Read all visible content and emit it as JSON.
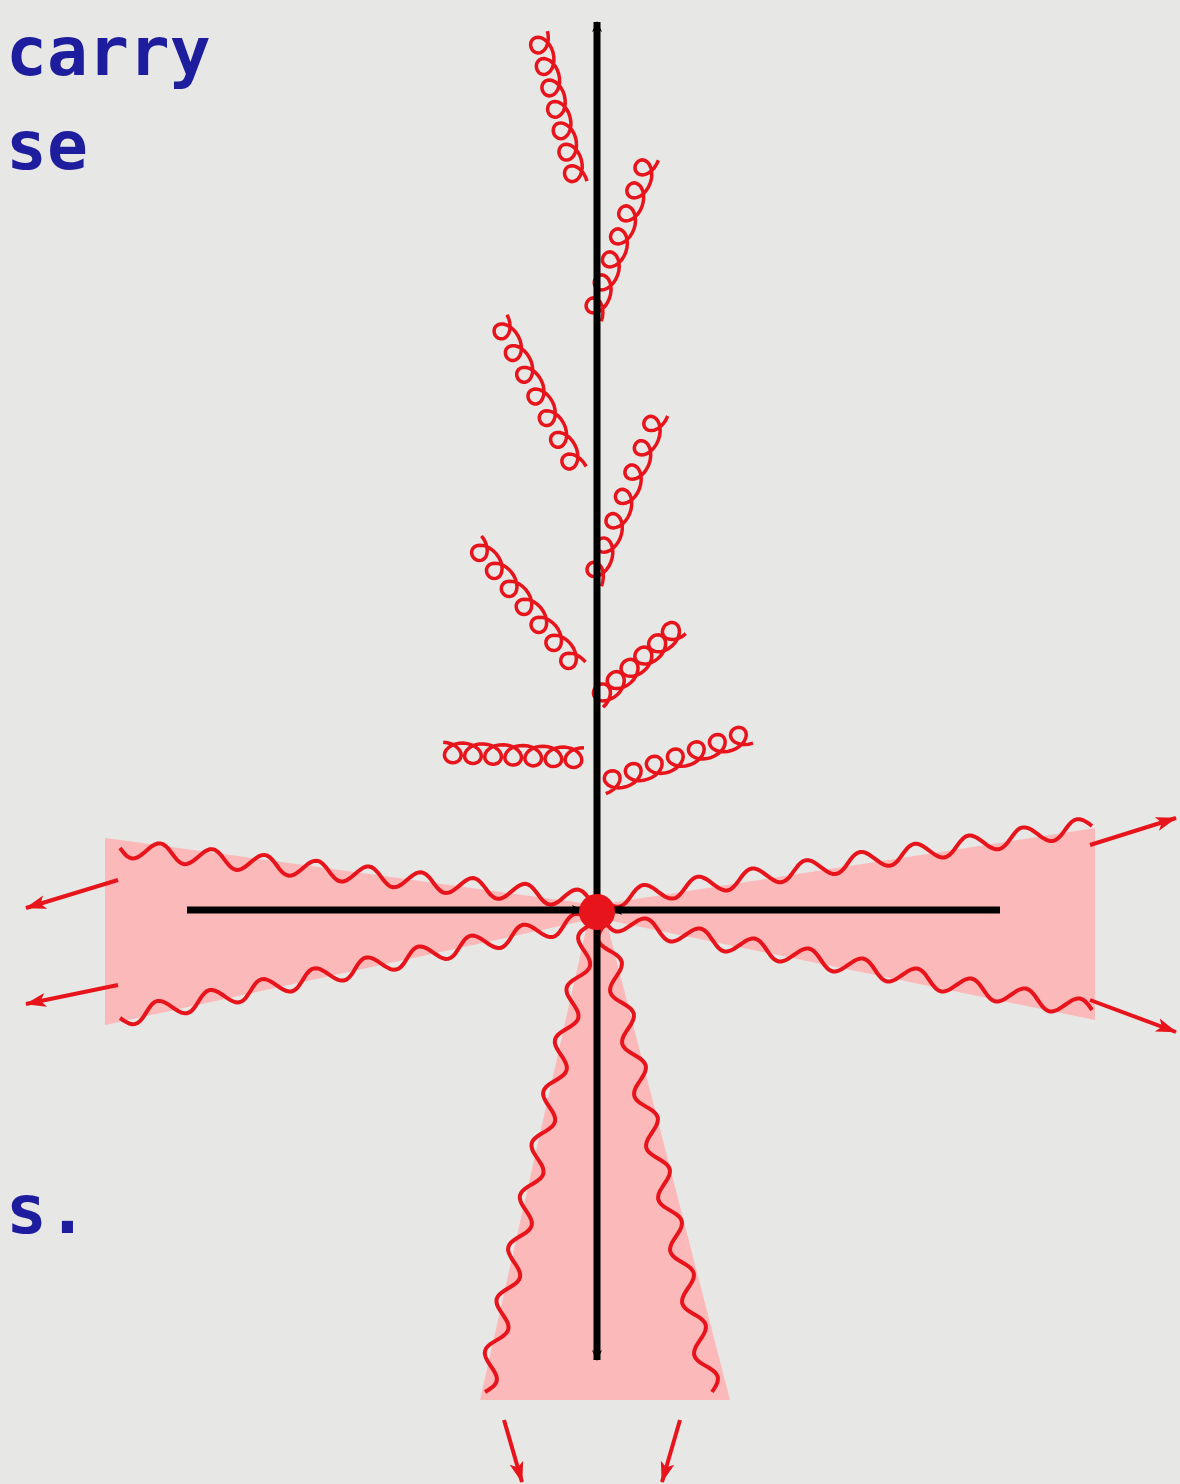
{
  "diagram": {
    "labels": [
      "carry",
      "se",
      "s."
    ]
  }
}
